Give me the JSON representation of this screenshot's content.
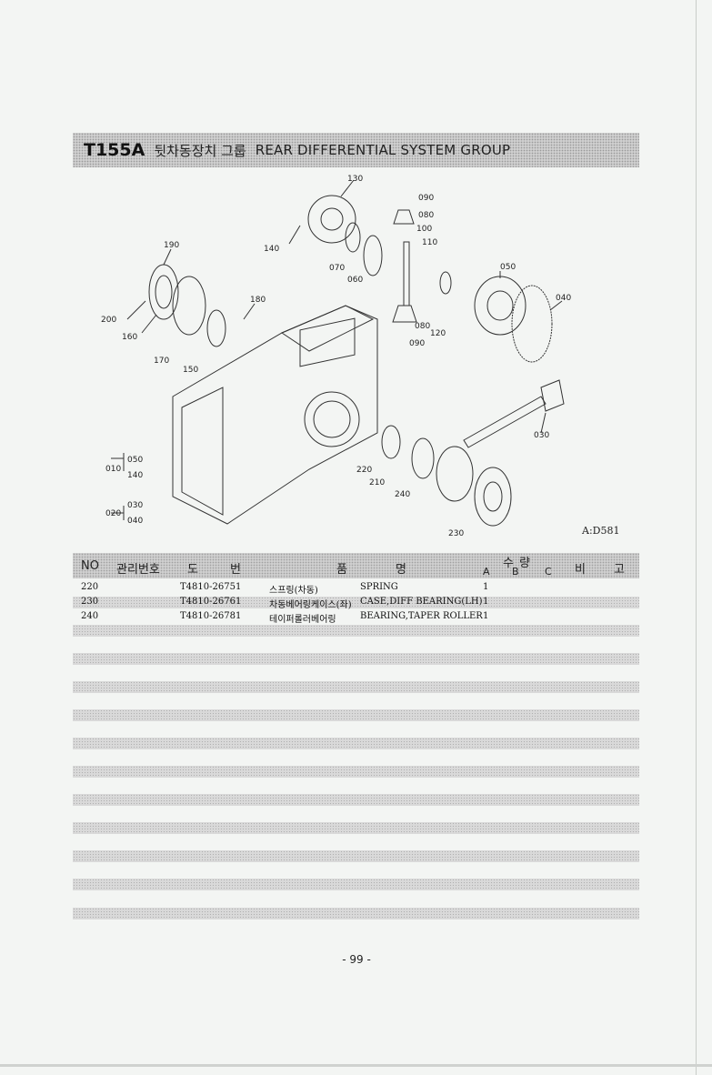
{
  "title": {
    "code": "T155A",
    "korean": "뒷차동장치 그룹",
    "english": "REAR DIFFERENTIAL SYSTEM GROUP"
  },
  "diagram": {
    "callouts": {
      "c130": "130",
      "c090a": "090",
      "c080a": "080",
      "c100": "100",
      "c110": "110",
      "c190": "190",
      "c140": "140",
      "c070": "070",
      "c060": "060",
      "c050": "050",
      "c040": "040",
      "c180": "180",
      "c200": "200",
      "c160": "160",
      "c080b": "080",
      "c120": "120",
      "c090b": "090",
      "c170": "170",
      "c150": "150",
      "c030": "030",
      "c220": "220",
      "c210": "210",
      "c240": "240",
      "c230": "230"
    },
    "groups": {
      "g010": "010",
      "g010a": "050",
      "g010b": "140",
      "g020": "020",
      "g020a": "030",
      "g020b": "040"
    },
    "ref": "A:D581"
  },
  "table": {
    "headers": {
      "no": "NO",
      "mgmt": "관리번호",
      "do": "도",
      "beon": "번",
      "pum": "품",
      "myeong": "명",
      "su": "수",
      "ryang": "량",
      "a": "A",
      "b": "B",
      "c": "C",
      "bi": "비",
      "go": "고"
    },
    "rows": [
      {
        "no": "220",
        "part": "T4810-26751",
        "name_ko": "스프링(차동)",
        "name_en": "SPRING",
        "qty": "1"
      },
      {
        "no": "230",
        "part": "T4810-26761",
        "name_ko": "차동베어링케이스(좌)",
        "name_en": "CASE,DIFF BEARING(LH)",
        "qty": "1"
      },
      {
        "no": "240",
        "part": "T4810-26781",
        "name_ko": "테이퍼롤러베어링",
        "name_en": "BEARING,TAPER ROLLER",
        "qty": "1"
      }
    ]
  },
  "page_number": "- 99 -"
}
